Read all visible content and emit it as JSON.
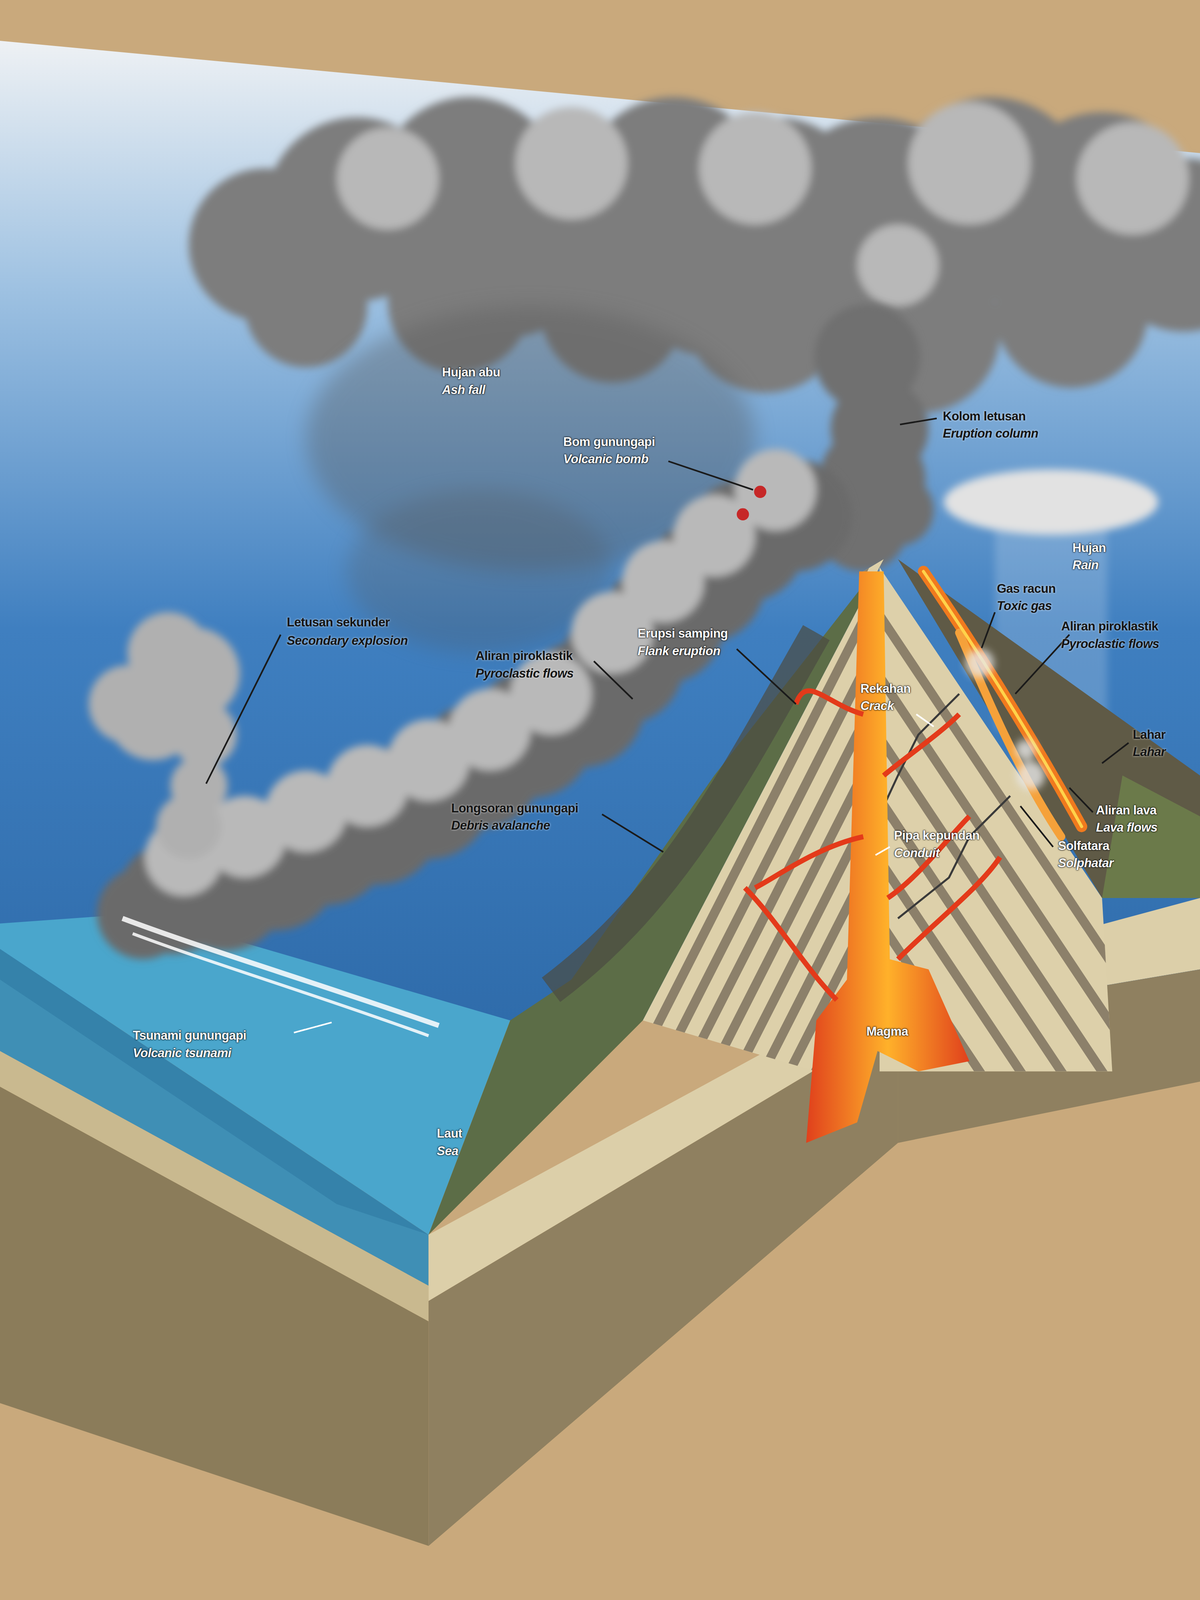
{
  "diagram": {
    "labels": [
      "Hujan abu",
      "Ash fall",
      "Bom gunungapi",
      "Volcanic bomb",
      "Kolom letusan",
      "Eruption column",
      "Letusan sekunder",
      "Secondary explosion",
      "Erupsi samping",
      "Flank eruption",
      "Aliran piroklastik",
      "Pyroclastic flows",
      "Hujan",
      "Rain",
      "Gas racun",
      "Toxic gas",
      "Aliran piroklastik",
      "Pyroclastic flows",
      "Lahar",
      "Lahar",
      "Longsoran gunungapi",
      "Debris avalanche",
      "Rekahan",
      "Crack",
      "Pipa kepundan",
      "Conduit",
      "Aliran lava",
      "Lava flows",
      "Solfatara",
      "Solphatar",
      "Magma",
      "Tsunami gunungapi",
      "Volcanic tsunami",
      "Laut",
      "Sea"
    ]
  }
}
